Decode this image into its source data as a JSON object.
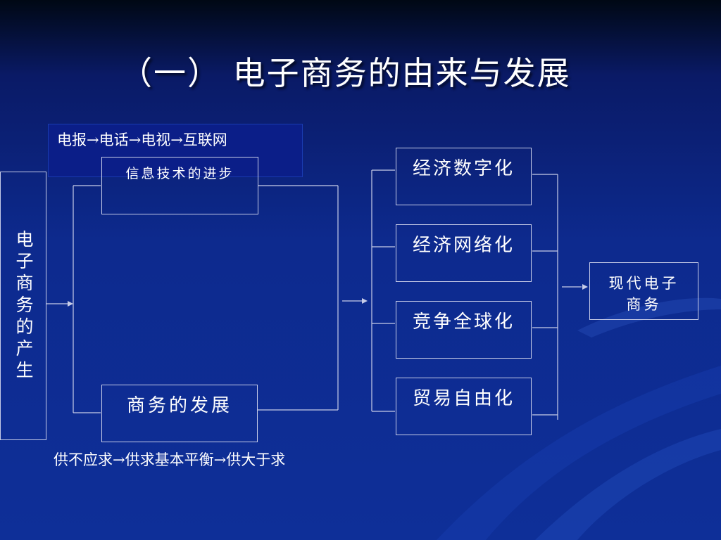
{
  "title": "（一）  电子商务的由来与发展",
  "diagram": {
    "root": "电子商务的产生",
    "cause_top": {
      "label": "信息技术的进步",
      "caption": "电报→电话→电视→互联网"
    },
    "cause_bottom": {
      "label": "商务的发展",
      "caption": "供不应求→供求基本平衡→供大于求"
    },
    "trends": [
      "经济数字化",
      "经济网络化",
      "竞争全球化",
      "贸易自由化"
    ],
    "result": {
      "line1": "现代电子",
      "line2": "商务"
    }
  },
  "colors": {
    "background_top": "#000814",
    "background_main": "#0d2a8e",
    "line": "#c8cde8",
    "text": "#ffffff"
  }
}
